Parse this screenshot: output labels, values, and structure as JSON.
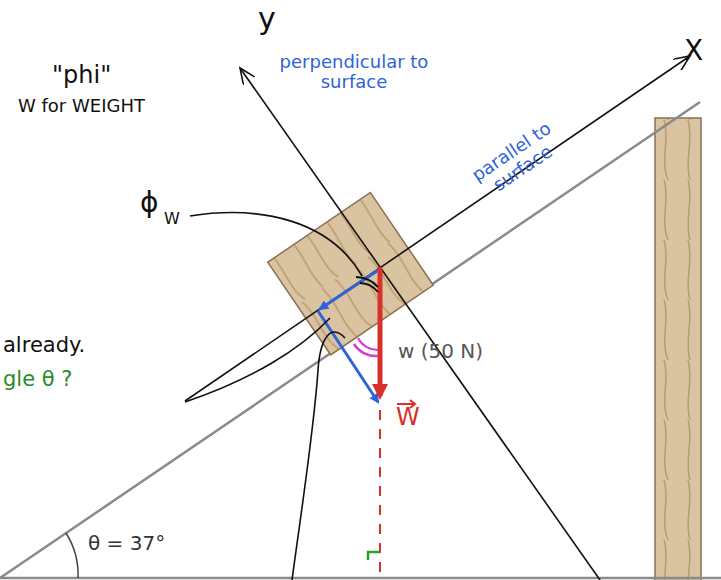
{
  "diagram": {
    "labels": [
      "\"phi\"",
      "W for WEIGHT",
      "ϕ",
      "W",
      "already.",
      "gle θ ?",
      "y",
      "X",
      "perpendicular to surface",
      "parallel to surface",
      "w (50 N)",
      "W",
      "θ = 37°"
    ]
  }
}
